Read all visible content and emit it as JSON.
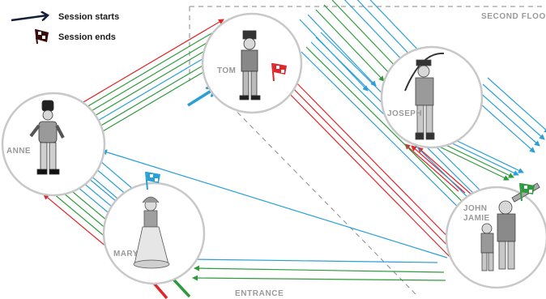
{
  "legend": {
    "session_starts": "Session starts",
    "session_ends": "Session ends"
  },
  "labels": {
    "second_floor": "SECOND FLOOR",
    "entrance": "ENTRANCE"
  },
  "nodes": {
    "tom": "TOM",
    "anne": "ANNE",
    "mary": "MARY",
    "joseph": "JOSEPH",
    "john": "JOHN",
    "jamie": "JAMIE"
  },
  "colors": {
    "red": "#e0262b",
    "green": "#2f9a3d",
    "blue": "#2a9fd8",
    "circle": "#c8c8c8",
    "label": "#9a9a9a",
    "navy": "#14203a"
  }
}
